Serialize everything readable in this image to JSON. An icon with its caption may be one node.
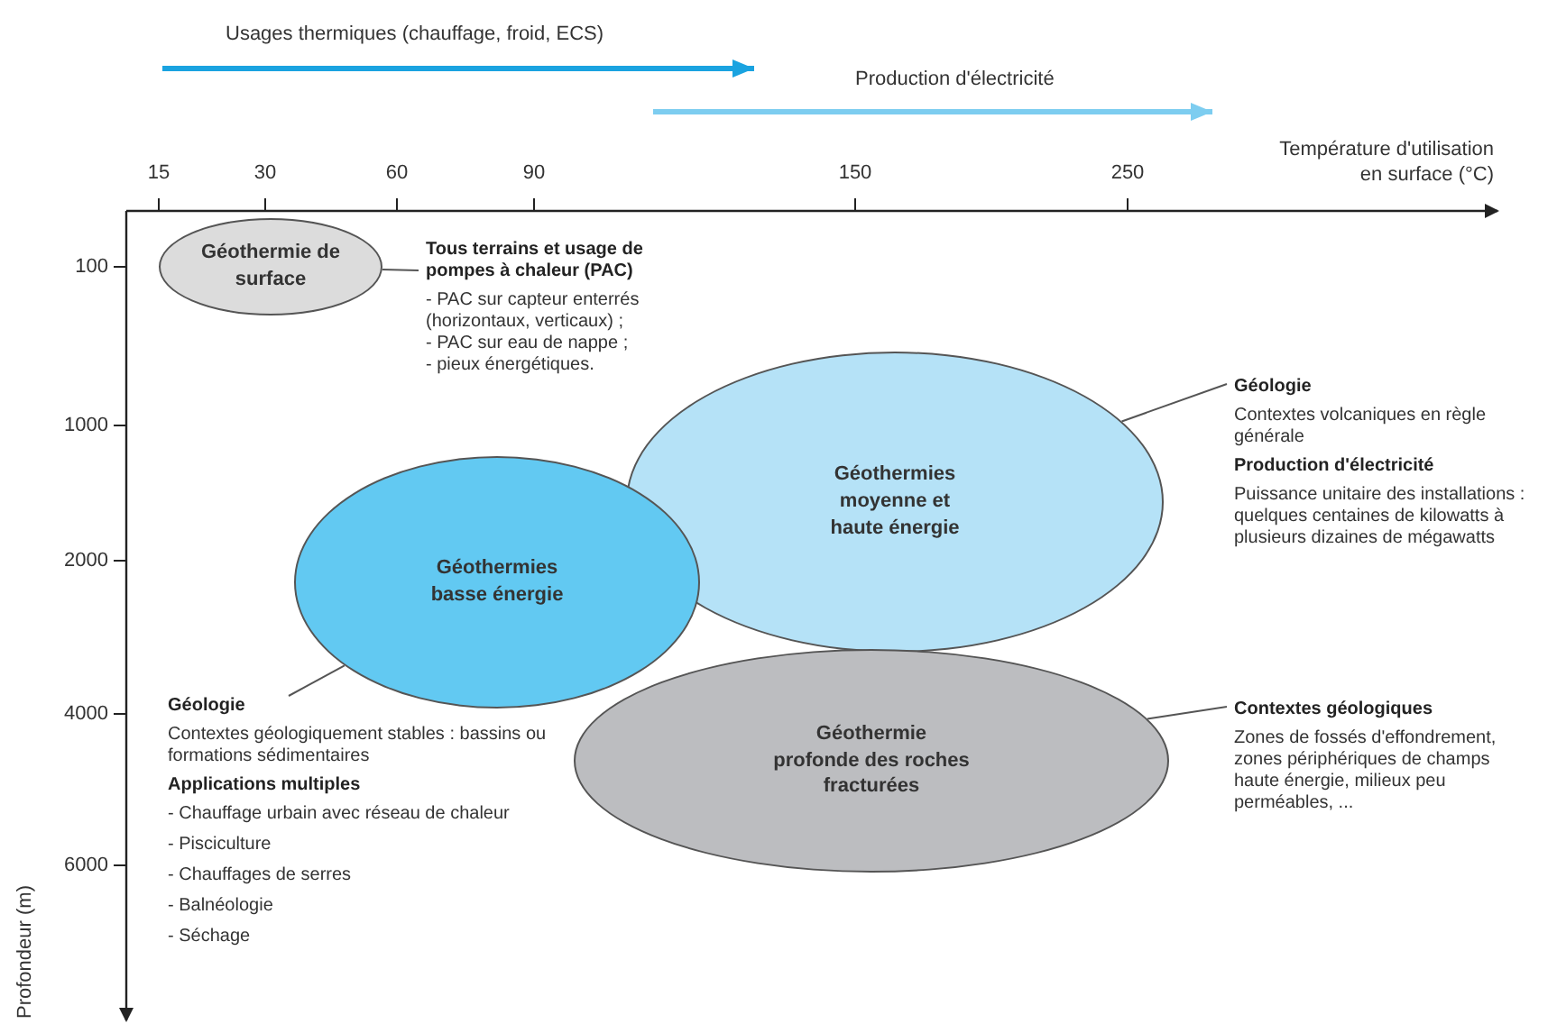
{
  "diagram": {
    "nodes": [
      {
        "text": [
          "Géothermie de surface"
        ]
      },
      {
        "text": [
          "Tous terrains et usage de pompes à chaleur (PAC)",
          "- PAC sur capteur enterrés (horizontaux, verticaux) ;",
          "- PAC sur eau de nappe ;",
          "- pieux énergétiques."
        ]
      },
      {
        "text": [
          "Géothermies moyenne et haute énergie"
        ]
      },
      {
        "text": [
          "Géologie",
          "Contextes volcaniques en règle générale",
          "Production d'électricité",
          "Puissance unitaire des installations : quelques centaines de kilowatts à plusieurs dizaines de mégawatts"
        ]
      },
      {
        "text": [
          "Géothermies basse énergie"
        ]
      },
      {
        "text": [
          "Géologie",
          "Contextes géologiquement stables : bassins ou formations sédimentaires",
          "Applications multiples",
          "- Chauffage urbain avec réseau de chaleur",
          "- Pisciculture",
          "- Chauffages de serres",
          "- Balnéologie",
          "- Séchage"
        ]
      },
      {
        "text": [
          "Géothermie profonde des roches fracturées"
        ]
      },
      {
        "text": [
          "Contextes géologiques",
          "Zones de fossés d'effondrement, zones périphériques de champs haute énergie, milieux peu perméables, ..."
        ]
      }
    ],
    "edges": [
      {
        "from": 1,
        "to": 0,
        "arrow": "none"
      },
      {
        "from": 3,
        "to": 2,
        "arrow": "none"
      },
      {
        "from": 5,
        "to": 4,
        "arrow": "none"
      },
      {
        "from": 7,
        "to": 6,
        "arrow": "none"
      }
    ],
    "labels": [
      "Usages thermiques (chauffage, froid, ECS)",
      "Production d'électricité",
      "Température d'utilisation en surface (°C)",
      "15",
      "30",
      "60",
      "90",
      "150",
      "250",
      "100",
      "1000",
      "2000",
      "4000",
      "6000",
      "Profondeur (m)"
    ]
  }
}
